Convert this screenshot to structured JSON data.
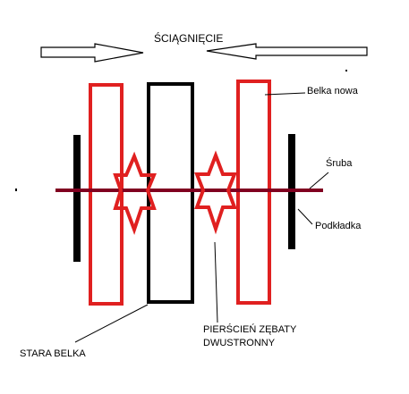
{
  "title": "ŚCIĄGNIĘCIE",
  "labels": {
    "belka_nowa": "Belka nowa",
    "sruba": "Śruba",
    "podkladka": "Podkładka",
    "stara_belka": "STARA BELKA",
    "pierscien_line1": "PIERŚCIEŃ ZĘBATY",
    "pierscien_line2": "DWUSTRONNY"
  },
  "colors": {
    "new_beam": "#e02020",
    "old_beam": "#000000",
    "bolt": "#800020",
    "washer": "#000000",
    "gear_ring": "#e02020",
    "arrow_outline": "#000000"
  }
}
